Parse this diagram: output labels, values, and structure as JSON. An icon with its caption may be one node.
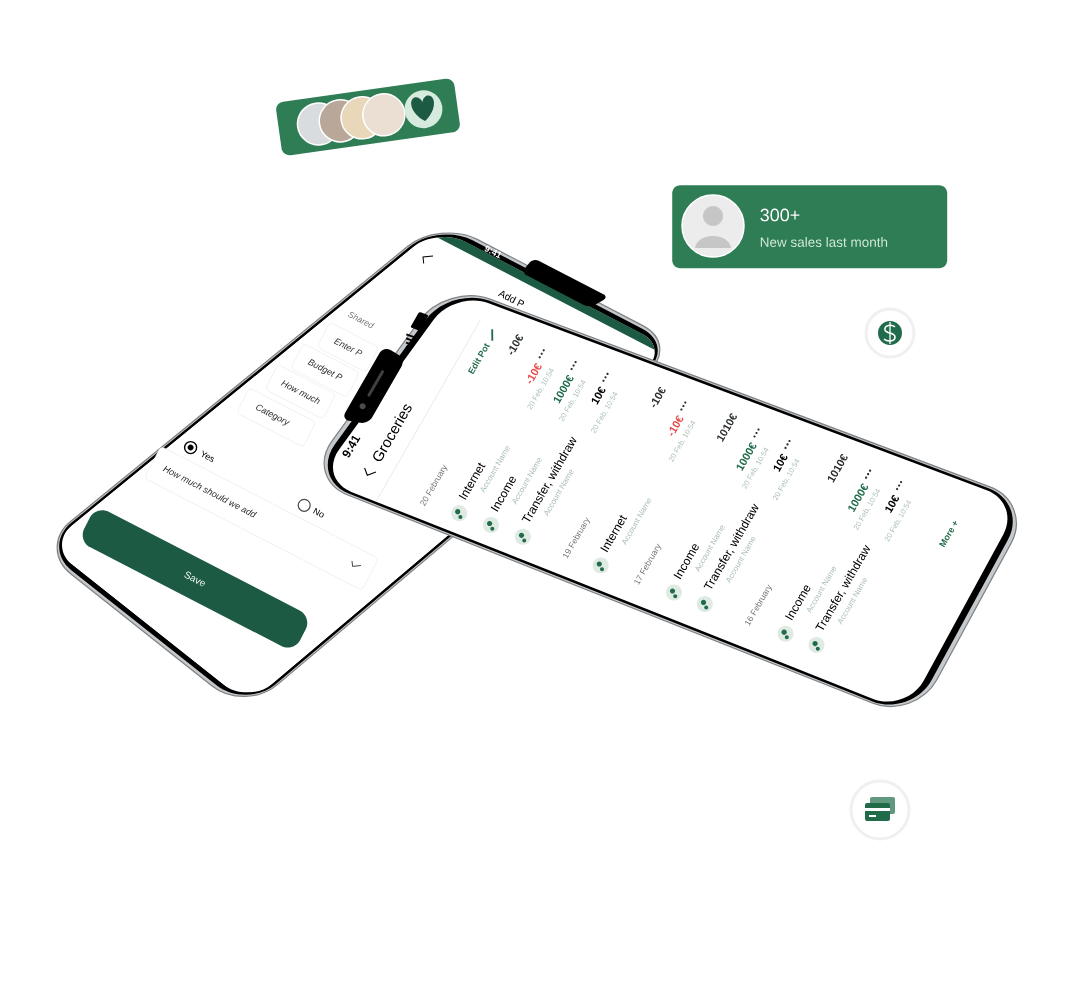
{
  "diagram": {
    "nodes": [
      {
        "text": [
          "300+",
          "New sales last month"
        ]
      },
      {
        "text": [
          "Enter P"
        ]
      },
      {
        "text": [
          "Budget P"
        ]
      },
      {
        "text": [
          "How much"
        ]
      },
      {
        "text": [
          "Category"
        ]
      },
      {
        "text": [
          "How much should we add"
        ]
      },
      {
        "text": [
          "Save"
        ]
      }
    ],
    "labels": [
      "9:41",
      "Add P",
      "Shared",
      "Yes",
      "No",
      "9:41",
      "Groceries",
      "Edit Pot",
      "20 February",
      "-10€",
      "Internet",
      "Account Name",
      "-10€",
      "20 Feb, 10:54",
      "Income",
      "Account Name",
      "1000€",
      "20 Feb, 10:54",
      "Transfer, withdraw",
      "Account Name",
      "10€",
      "20 Feb, 10:54",
      "19 February",
      "-10€",
      "Internet",
      "Account Name",
      "-10€",
      "20 Feb, 10:54",
      "17 February",
      "1010€",
      "Income",
      "Account Name",
      "1000€",
      "20 Feb, 10:54",
      "Transfer, withdraw",
      "Account Name",
      "10€",
      "20 Feb, 10:54",
      "16 February",
      "1010€",
      "Income",
      "Account Name",
      "1000€",
      "20 Feb, 10:54",
      "Transfer, withdraw",
      "Account Name",
      "10€",
      "20 Feb, 10:54",
      "More +"
    ]
  }
}
